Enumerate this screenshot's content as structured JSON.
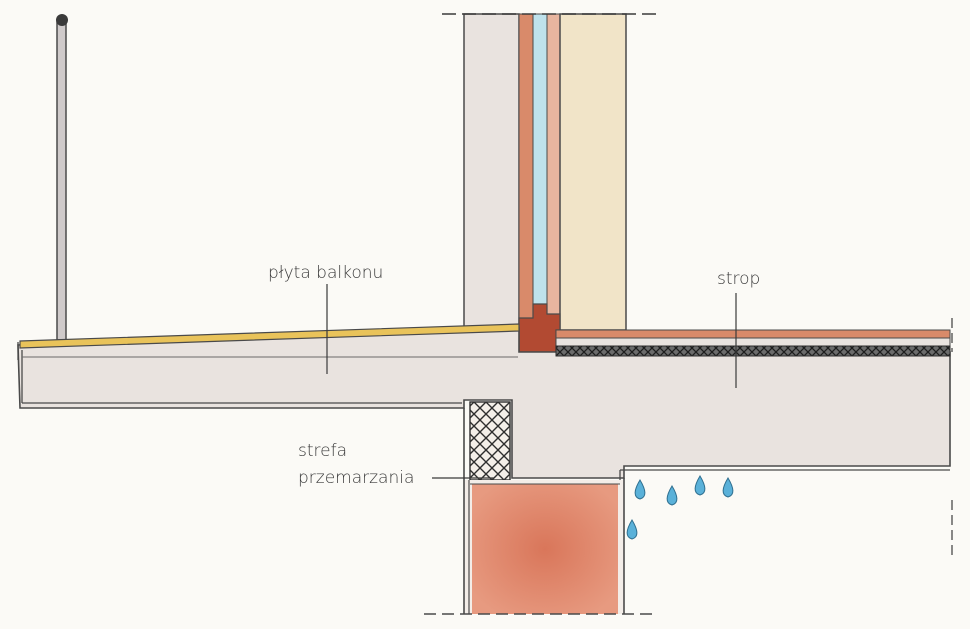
{
  "labels": {
    "balcony_slab": "płyta balkonu",
    "ceiling": "strop",
    "freeze_zone_line1": "strefa",
    "freeze_zone_line2": "przemarzania"
  },
  "colors": {
    "concrete": "#e9e3df",
    "brick": "#d98a6a",
    "brick_dark": "#b24a32",
    "finish_layer": "#e9c35a",
    "insulation_blue": "#bfe2ec",
    "insulation_yellow": "#f1dcb0",
    "water": "#5ab1d9",
    "outline": "#4a4a4a"
  }
}
